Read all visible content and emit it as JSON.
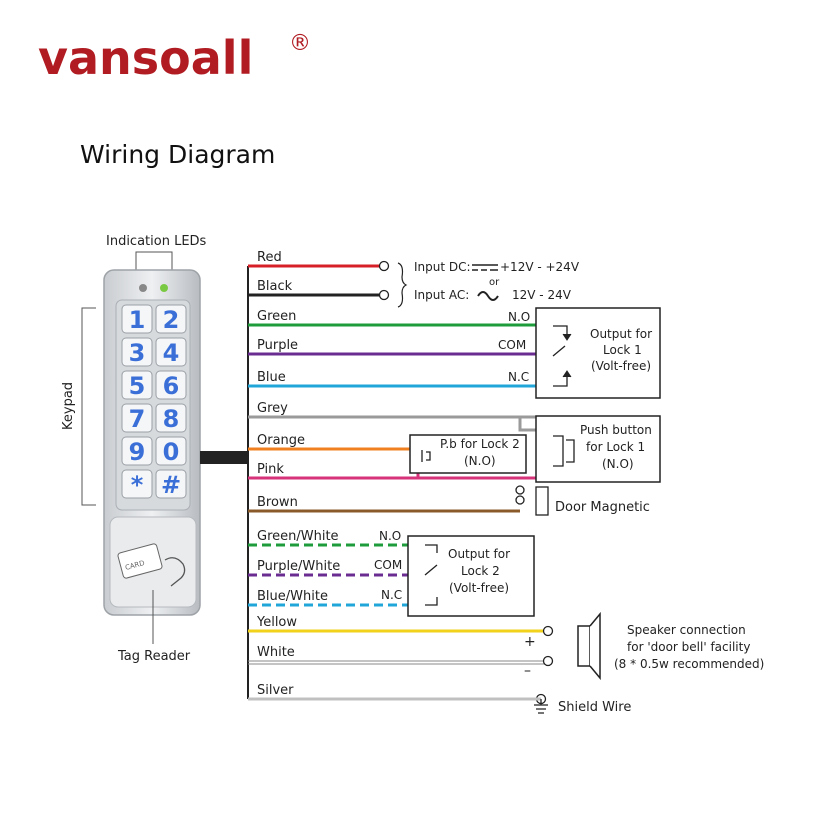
{
  "brand": {
    "name": "vansoall",
    "registered": "®"
  },
  "title": "Wiring Diagram",
  "device": {
    "indication_leds_label": "Indication LEDs",
    "keypad_label": "Keypad",
    "tag_reader_label": "Tag Reader",
    "keys": [
      "1",
      "2",
      "3",
      "4",
      "5",
      "6",
      "7",
      "8",
      "9",
      "0",
      "*",
      "#"
    ],
    "card_text": "CARD"
  },
  "wires": [
    {
      "label": "Red",
      "color": "#d61f26"
    },
    {
      "label": "Black",
      "color": "#222222"
    },
    {
      "label": "Green",
      "color": "#1e9b3a"
    },
    {
      "label": "Purple",
      "color": "#6a2c91"
    },
    {
      "label": "Blue",
      "color": "#20a6d8"
    },
    {
      "label": "Grey",
      "color": "#9a9a9a"
    },
    {
      "label": "Orange",
      "color": "#f0801f"
    },
    {
      "label": "Pink",
      "color": "#d6337a"
    },
    {
      "label": "Brown",
      "color": "#8b5a2b"
    },
    {
      "label": "Green/White",
      "color": "#1e9b3a"
    },
    {
      "label": "Purple/White",
      "color": "#6a2c91"
    },
    {
      "label": "Blue/White",
      "color": "#20a6d8"
    },
    {
      "label": "Yellow",
      "color": "#f2d21b"
    },
    {
      "label": "White",
      "color": "#bbbbbb"
    },
    {
      "label": "Silver",
      "color": "#c0c0c0"
    }
  ],
  "power": {
    "dc_label": "Input DC:",
    "dc_value": "+12V - +24V",
    "or": "or",
    "ac_label": "Input AC:",
    "ac_value": "12V -  24V"
  },
  "lock1": {
    "no": "N.O",
    "com": "COM",
    "nc": "N.C",
    "title": [
      "Output for",
      "Lock 1",
      "(Volt-free)"
    ]
  },
  "pushbutton": {
    "title": [
      "Push button",
      "for Lock 1",
      "(N.O)"
    ]
  },
  "pb_lock2": {
    "title": [
      "P.b for Lock 2",
      "(N.O)"
    ]
  },
  "door": {
    "label": "Door Magnetic"
  },
  "lock2": {
    "no": "N.O",
    "com": "COM",
    "nc": "N.C",
    "title": [
      "Output for",
      "Lock 2",
      "(Volt-free)"
    ]
  },
  "speaker": {
    "plus": "+",
    "minus": "–",
    "title": [
      "Speaker connection",
      "for 'door bell' facility",
      "(8 * 0.5w recommended)"
    ]
  },
  "shield": {
    "label": "Shield Wire"
  }
}
